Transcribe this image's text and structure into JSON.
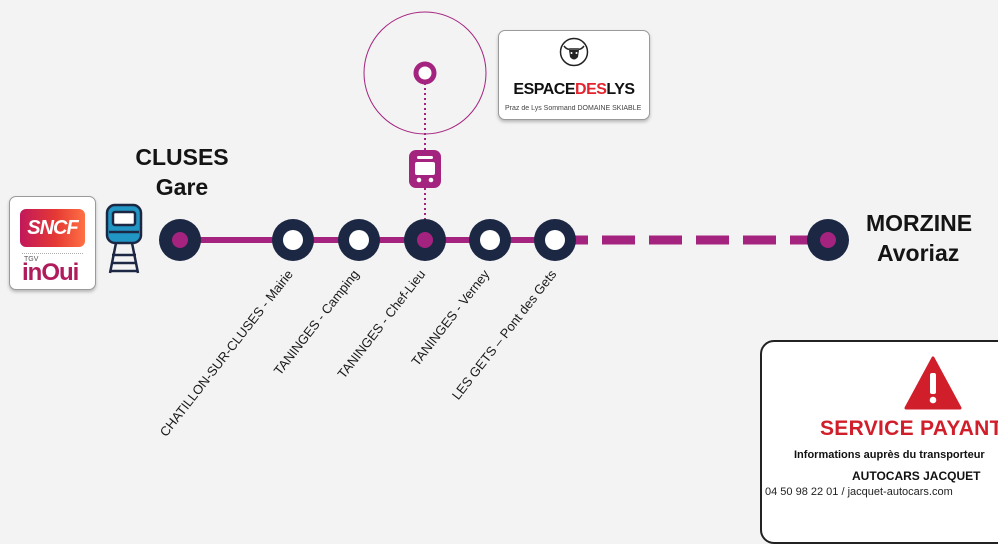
{
  "colors": {
    "line": "#a4237f",
    "stop_fill": "#1c2743",
    "stop_inner": "#ffffff",
    "terminus_inner": "#a4237f",
    "shuttle": "#a4237f",
    "warning": "#d01f2b"
  },
  "cities": {
    "cluses": {
      "line1": "CLUSES",
      "line2": "Gare"
    },
    "morzine": {
      "line1": "MORZINE",
      "line2": "Avoriaz"
    }
  },
  "stops": [
    {
      "label": "CHATILLON-SUR-CLUSES - Mairie"
    },
    {
      "label": "TANINGES - Camping"
    },
    {
      "label": "TANINGES - Chef-Lieu"
    },
    {
      "label": "TANINGES - Verney"
    },
    {
      "label": "LES GETS – Pont des Gets"
    }
  ],
  "logos": {
    "sncf": {
      "brand": "SNCF",
      "tgv": "TGV",
      "inoui": "inOui"
    },
    "espace": {
      "name_black": "ESPACE",
      "name_red": "DES",
      "name_black2": "LYS",
      "subtitle": "Praz de Lys Sommand DOMAINE SKIABLE"
    }
  },
  "service": {
    "title": "SERVICE PAYANT",
    "info": "Informations auprès du transporteur",
    "company": "AUTOCARS JACQUET",
    "contact": "04 50 98 22 01 / jacquet-autocars.com"
  },
  "icons": [
    "train-icon",
    "bus-icon",
    "bull-icon",
    "warning-icon"
  ]
}
